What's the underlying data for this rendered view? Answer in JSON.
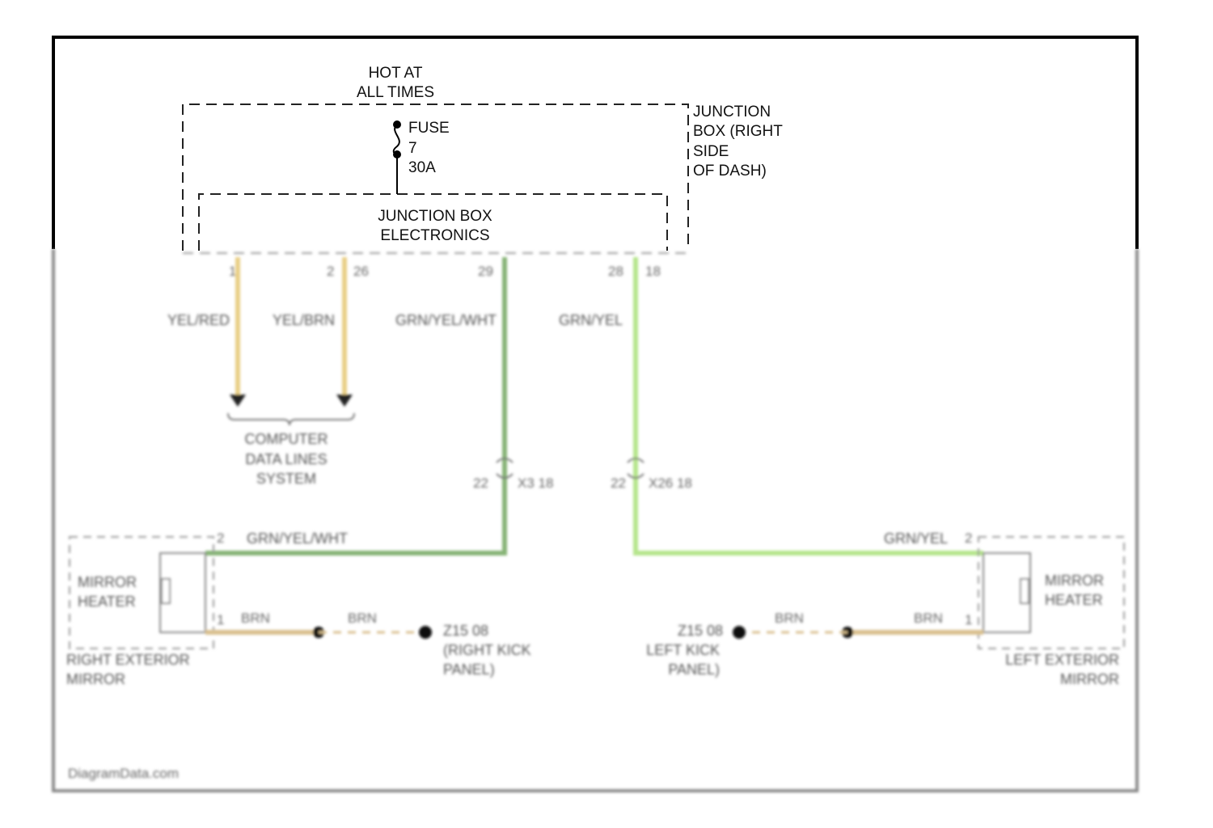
{
  "header": {
    "power_line1": "HOT AT",
    "power_line2": "ALL TIMES"
  },
  "junction_box_right": {
    "line1": "JUNCTION",
    "line2": "BOX (RIGHT",
    "line3": "SIDE",
    "line4": "OF DASH)"
  },
  "fuse": {
    "label": "FUSE",
    "number": "7",
    "rating": "30A"
  },
  "junction_box_electronics": {
    "line1": "JUNCTION BOX",
    "line2": "ELECTRONICS"
  },
  "pins": {
    "p1": "1",
    "p2": "2",
    "p2_gauge": "26",
    "p29": "29",
    "p28": "28",
    "p28_gauge": "18"
  },
  "wires": {
    "yel_red": "YEL/RED",
    "yel_brn": "YEL/BRN",
    "gry_yel_wht": "GRN/YEL/WHT",
    "gry_yel": "GRN/YEL",
    "gry_yel_wht_lower": "GRN/YEL/WHT",
    "gry_yel_lower": "GRN/YEL",
    "brn": "BRN"
  },
  "computer_data_lines": {
    "line1": "COMPUTER",
    "line2": "DATA LINES",
    "line3": "SYSTEM"
  },
  "connectors": {
    "left_pin": "22",
    "left_id": "X3  18",
    "right_pin": "22",
    "right_id": "X26  18"
  },
  "right_mirror": {
    "heater_line1": "MIRROR",
    "heater_line2": "HEATER",
    "part_line1": "RIGHT EXTERIOR",
    "part_line2": "MIRROR",
    "pin_top": "2",
    "pin_bottom": "1"
  },
  "left_mirror": {
    "heater_line1": "MIRROR",
    "heater_line2": "HEATER",
    "part_line1": "LEFT EXTERIOR",
    "part_line2": "MIRROR",
    "pin_top": "2",
    "pin_bottom": "1"
  },
  "grounds": {
    "right_line1": "Z15 08",
    "right_line2": "(RIGHT KICK",
    "right_line3": "PANEL)",
    "left_line1": "Z15 08",
    "left_line2": "LEFT KICK",
    "left_line3": "PANEL)"
  },
  "watermark": "DiagramData.com",
  "colors": {
    "wire_yellow": "#e9cf86",
    "wire_green_dark": "#86b376",
    "wire_green_light": "#b5e58b",
    "wire_brown": "#d9c08f",
    "frame": "#000000",
    "frame_faded": "#8a8a8a"
  }
}
